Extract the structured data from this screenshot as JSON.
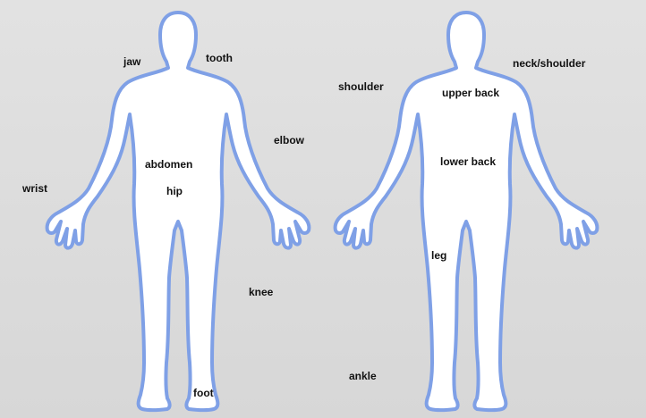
{
  "labels": {
    "front": {
      "jaw": "jaw",
      "tooth": "tooth",
      "elbow": "elbow",
      "abdomen": "abdomen",
      "hip": "hip",
      "wrist": "wrist",
      "knee": "knee",
      "foot": "foot"
    },
    "back": {
      "shoulder": "shoulder",
      "neck_shoulder": "neck/shoulder",
      "upper_back": "upper back",
      "lower_back": "lower back",
      "leg": "leg",
      "ankle": "ankle"
    }
  },
  "colors": {
    "outline": "#7fa0e6",
    "fill": "#ffffff",
    "background": "#dcdcdc",
    "text": "#111111"
  }
}
